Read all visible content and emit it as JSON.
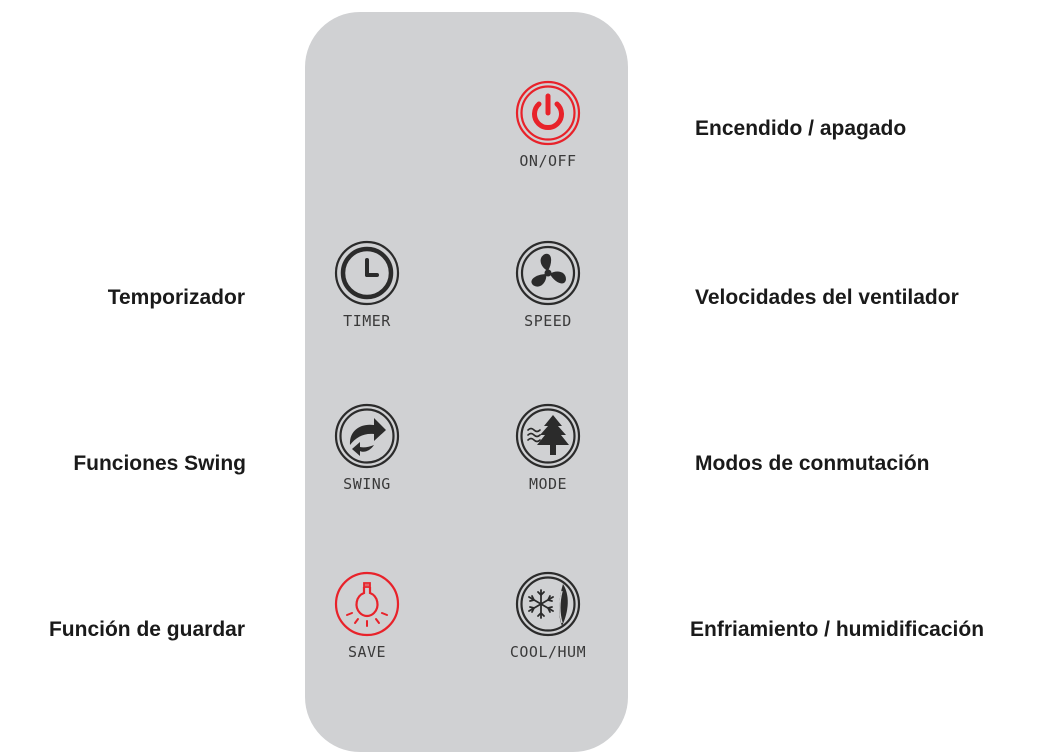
{
  "remote": {
    "buttons": {
      "on_off": {
        "label": "ON/OFF",
        "icon": "power-icon",
        "color": "#e8222a"
      },
      "timer": {
        "label": "TIMER",
        "icon": "clock-icon",
        "color": "#2b2b2b"
      },
      "speed": {
        "label": "SPEED",
        "icon": "fan-icon",
        "color": "#2b2b2b"
      },
      "swing": {
        "label": "SWING",
        "icon": "swing-arrows-icon",
        "color": "#2b2b2b"
      },
      "mode": {
        "label": "MODE",
        "icon": "tree-wind-icon",
        "color": "#2b2b2b"
      },
      "save": {
        "label": "SAVE",
        "icon": "light-bulb-icon",
        "color": "#e8222a"
      },
      "cool_hum": {
        "label": "COOL/HUM",
        "icon": "snowflake-drop-icon",
        "color": "#2b2b2b"
      }
    },
    "body_color": "#d0d1d3"
  },
  "descriptions": {
    "on_off": "Encendido / apagado",
    "timer": "Temporizador",
    "speed": "Velocidades del ventilador",
    "swing": "Funciones Swing",
    "mode": "Modos de conmutación",
    "save": "Función de guardar",
    "cool_hum": "Enfriamiento / humidificación"
  }
}
